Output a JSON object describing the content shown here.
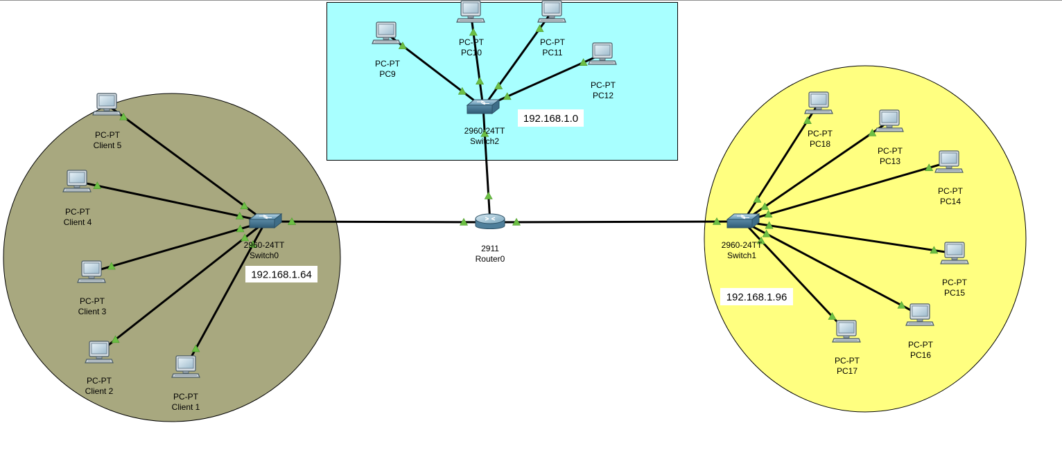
{
  "workspace": {
    "title": "Packet Tracer Logical Workspace",
    "colors": {
      "left_area": "#a8a87f",
      "top_area": "#a8ffff",
      "right_area": "#ffff80",
      "link": "#000000",
      "link_light": "#6cbf44"
    }
  },
  "areas": [
    {
      "id": "area-left",
      "name": "network-area-left",
      "label": "192.168.1.64"
    },
    {
      "id": "area-top",
      "name": "network-area-top",
      "label": "192.168.1.0"
    },
    {
      "id": "area-right",
      "name": "network-area-right",
      "label": "192.168.1.96"
    }
  ],
  "devices": [
    {
      "id": "Router0",
      "kind": "router",
      "model": "2911",
      "name": "Router0"
    },
    {
      "id": "Switch0",
      "kind": "switch",
      "model": "2960-24TT",
      "name": "Switch0"
    },
    {
      "id": "Switch1",
      "kind": "switch",
      "model": "2960-24TT",
      "name": "Switch1"
    },
    {
      "id": "Switch2",
      "kind": "switch",
      "model": "2960-24TT",
      "name": "Switch2"
    },
    {
      "id": "Client5",
      "kind": "pc",
      "model": "PC-PT",
      "name": "Client 5"
    },
    {
      "id": "Client4",
      "kind": "pc",
      "model": "PC-PT",
      "name": "Client 4"
    },
    {
      "id": "Client3",
      "kind": "pc",
      "model": "PC-PT",
      "name": "Client 3"
    },
    {
      "id": "Client2",
      "kind": "pc",
      "model": "PC-PT",
      "name": "Client 2"
    },
    {
      "id": "Client1",
      "kind": "pc",
      "model": "PC-PT",
      "name": "Client 1"
    },
    {
      "id": "PC9",
      "kind": "pc",
      "model": "PC-PT",
      "name": "PC9"
    },
    {
      "id": "PC10",
      "kind": "pc",
      "model": "PC-PT",
      "name": "PC10"
    },
    {
      "id": "PC11",
      "kind": "pc",
      "model": "PC-PT",
      "name": "PC11"
    },
    {
      "id": "PC12",
      "kind": "pc",
      "model": "PC-PT",
      "name": "PC12"
    },
    {
      "id": "PC18",
      "kind": "pc",
      "model": "PC-PT",
      "name": "PC18"
    },
    {
      "id": "PC13",
      "kind": "pc",
      "model": "PC-PT",
      "name": "PC13"
    },
    {
      "id": "PC14",
      "kind": "pc",
      "model": "PC-PT",
      "name": "PC14"
    },
    {
      "id": "PC15",
      "kind": "pc",
      "model": "PC-PT",
      "name": "PC15"
    },
    {
      "id": "PC16",
      "kind": "pc",
      "model": "PC-PT",
      "name": "PC16"
    },
    {
      "id": "PC17",
      "kind": "pc",
      "model": "PC-PT",
      "name": "PC17"
    }
  ],
  "links": [
    [
      "Switch0",
      "Router0"
    ],
    [
      "Router0",
      "Switch1"
    ],
    [
      "Router0",
      "Switch2"
    ],
    [
      "Client5",
      "Switch0"
    ],
    [
      "Client4",
      "Switch0"
    ],
    [
      "Client3",
      "Switch0"
    ],
    [
      "Client2",
      "Switch0"
    ],
    [
      "Client1",
      "Switch0"
    ],
    [
      "PC9",
      "Switch2"
    ],
    [
      "PC10",
      "Switch2"
    ],
    [
      "PC11",
      "Switch2"
    ],
    [
      "PC12",
      "Switch2"
    ],
    [
      "PC18",
      "Switch1"
    ],
    [
      "PC13",
      "Switch1"
    ],
    [
      "PC14",
      "Switch1"
    ],
    [
      "PC15",
      "Switch1"
    ],
    [
      "PC16",
      "Switch1"
    ],
    [
      "PC17",
      "Switch1"
    ]
  ]
}
